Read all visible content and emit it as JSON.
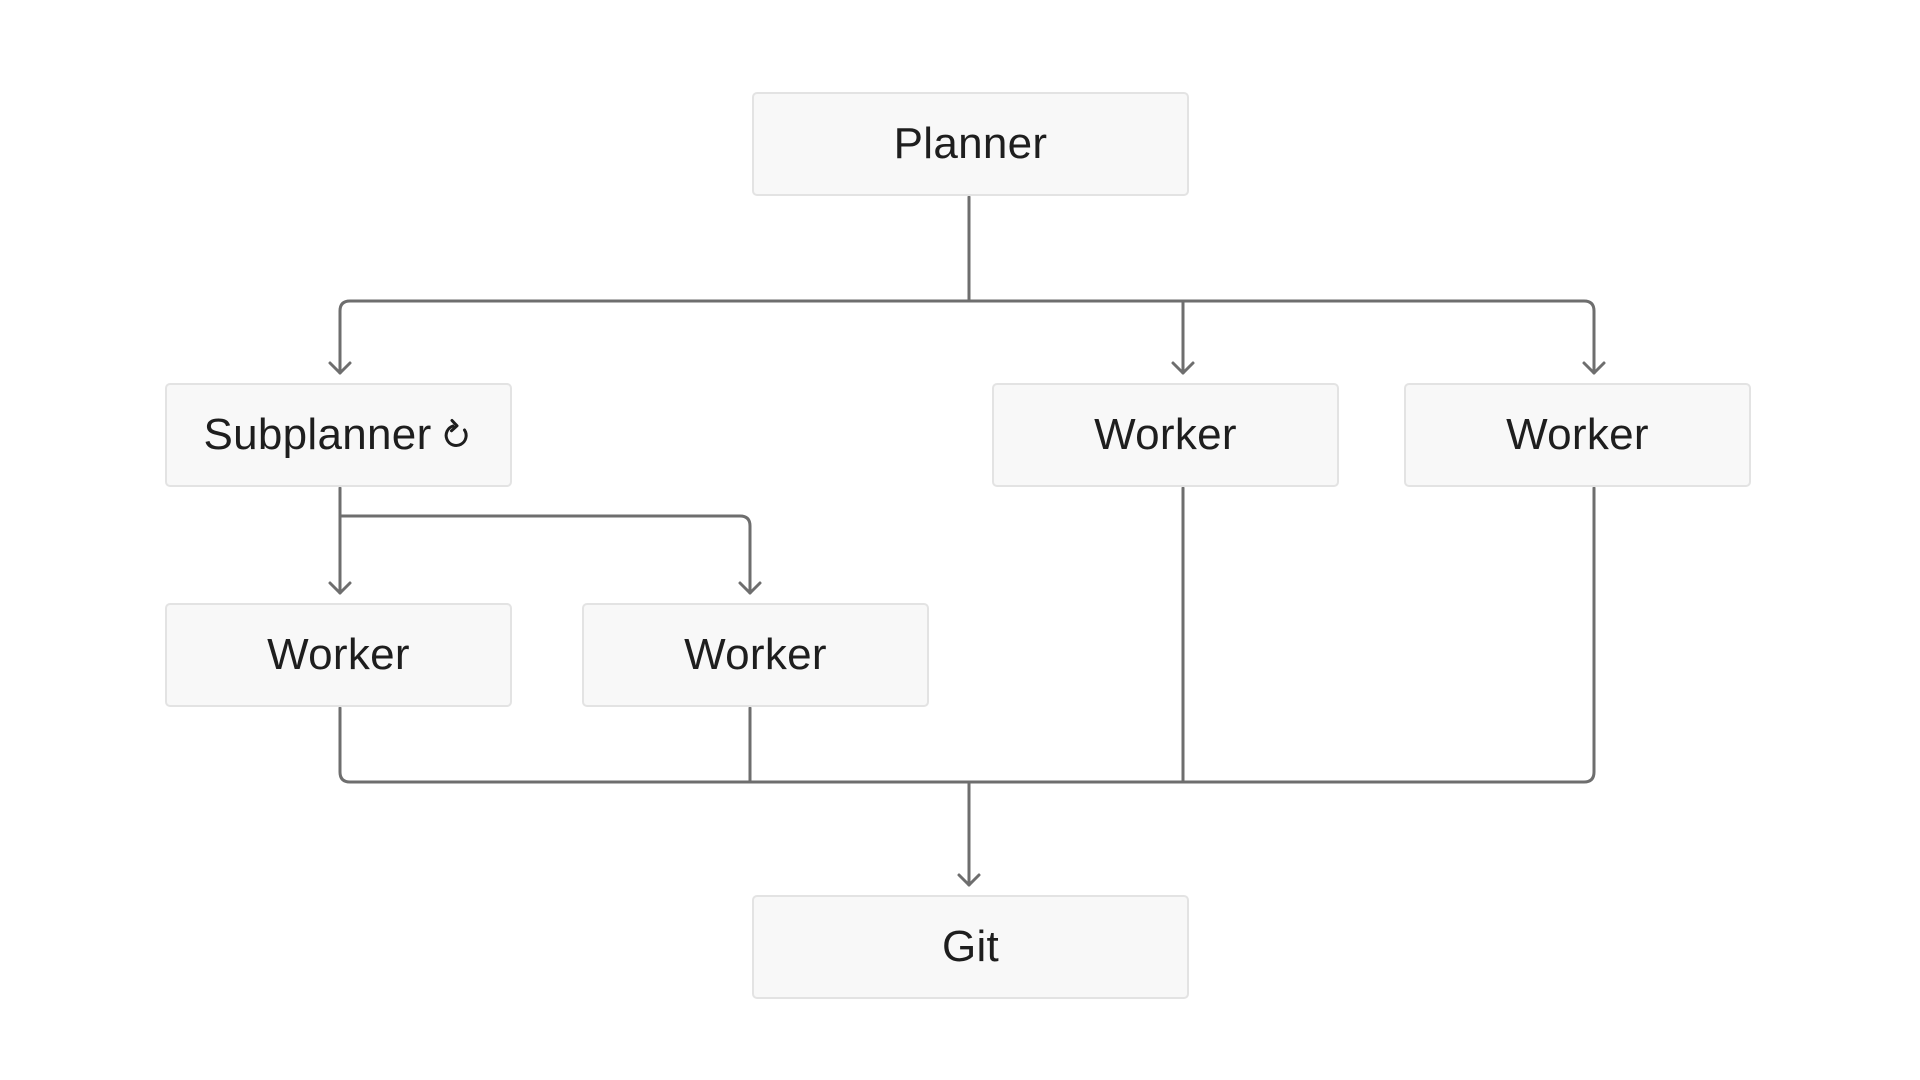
{
  "nodes": {
    "planner": "Planner",
    "subplanner": "Subplanner",
    "subplanner_icon": "refresh-icon",
    "worker_1": "Worker",
    "worker_2": "Worker",
    "worker_3": "Worker",
    "worker_4": "Worker",
    "git": "Git"
  },
  "colors": {
    "node_fill": "#f8f8f8",
    "node_border": "#e3e3e3",
    "connector": "#6e6e6e",
    "text": "#1e1e1e"
  }
}
